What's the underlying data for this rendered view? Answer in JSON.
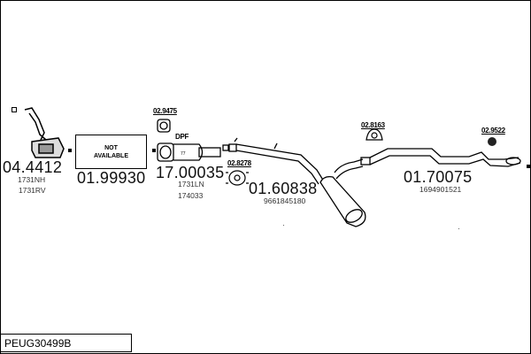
{
  "diagram": {
    "title_code": "PEUG30499B",
    "parts": [
      {
        "number": "04.4412",
        "refs": [
          "1731NH",
          "1731RV"
        ],
        "name": "catalytic-converter"
      },
      {
        "number": "01.99930",
        "refs": [],
        "name": "not-available-part",
        "box_text": [
          "NOT",
          "AVAILABLE"
        ]
      },
      {
        "number": "17.00035",
        "refs": [
          "1731LN",
          "174033"
        ],
        "name": "dpf",
        "label": "DPF"
      },
      {
        "number": "01.60838",
        "refs": [
          "9661845180"
        ],
        "name": "middle-silencer"
      },
      {
        "number": "01.70075",
        "refs": [
          "1694901521"
        ],
        "name": "rear-pipe"
      }
    ],
    "accessories": [
      {
        "number": "02.9475",
        "name": "gasket"
      },
      {
        "number": "02.8278",
        "name": "clamp"
      },
      {
        "number": "02.8163",
        "name": "rubber-hanger"
      },
      {
        "number": "02.9522",
        "name": "rubber-ring"
      }
    ]
  }
}
